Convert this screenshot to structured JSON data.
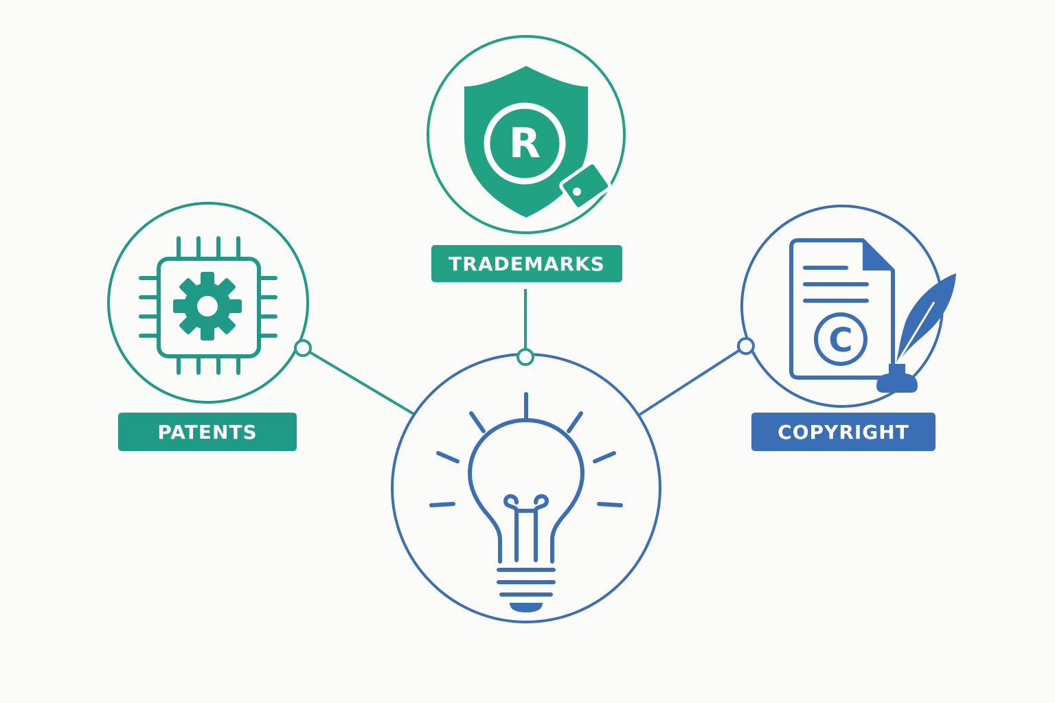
{
  "colors": {
    "background": "#fbfbf9",
    "teal": "#21a283",
    "teal_dark": "#1f9a86",
    "blue": "#3a6fb5",
    "connector_teal": "#2a9c88",
    "connector_blue": "#3d74b8"
  },
  "nodes": {
    "trademarks": {
      "label": "TRADEMARKS",
      "icon": "shield-registered-tag-icon"
    },
    "patents": {
      "label": "PATENTS",
      "icon": "chip-gear-icon"
    },
    "copyright": {
      "label": "COPYRIGHT",
      "icon": "document-copyright-quill-icon"
    },
    "center": {
      "icon": "lightbulb-idea-icon"
    }
  },
  "icon_glyphs": {
    "registered": "R",
    "copyright": "C"
  }
}
